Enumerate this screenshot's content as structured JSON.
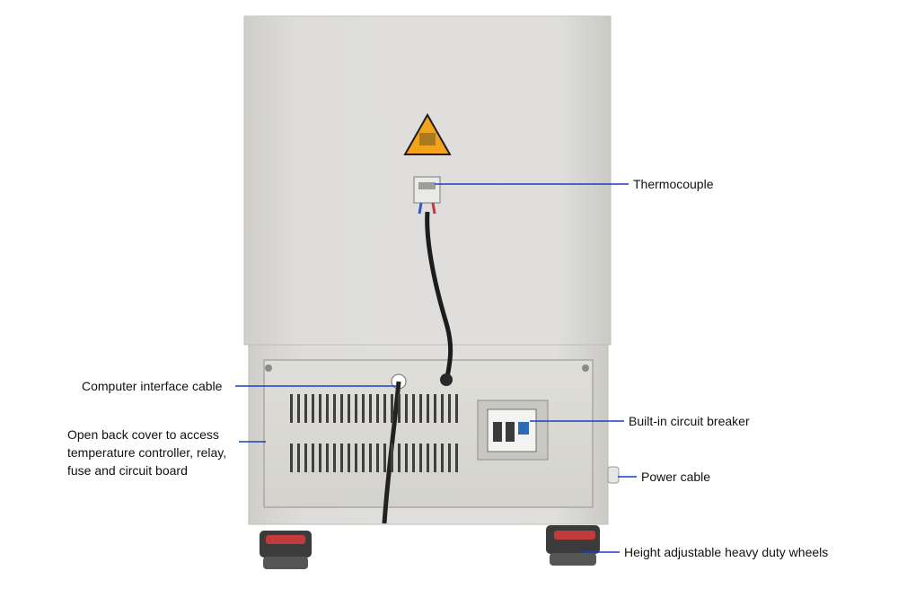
{
  "labels": {
    "thermocouple": "Thermocouple",
    "computer_cable": "Computer interface cable",
    "back_cover": "Open back cover to access temperature controller, relay, fuse and circuit board",
    "circuit_breaker": "Built-in circuit breaker",
    "power_cable": "Power cable",
    "wheels": "Height adjustable heavy duty wheels"
  },
  "icons": {
    "warning": "warning-triangle-icon"
  },
  "colors": {
    "leader_line": "#1a3fc4",
    "cabinet": "#dcdbd6",
    "warning": "#f2a21b"
  }
}
